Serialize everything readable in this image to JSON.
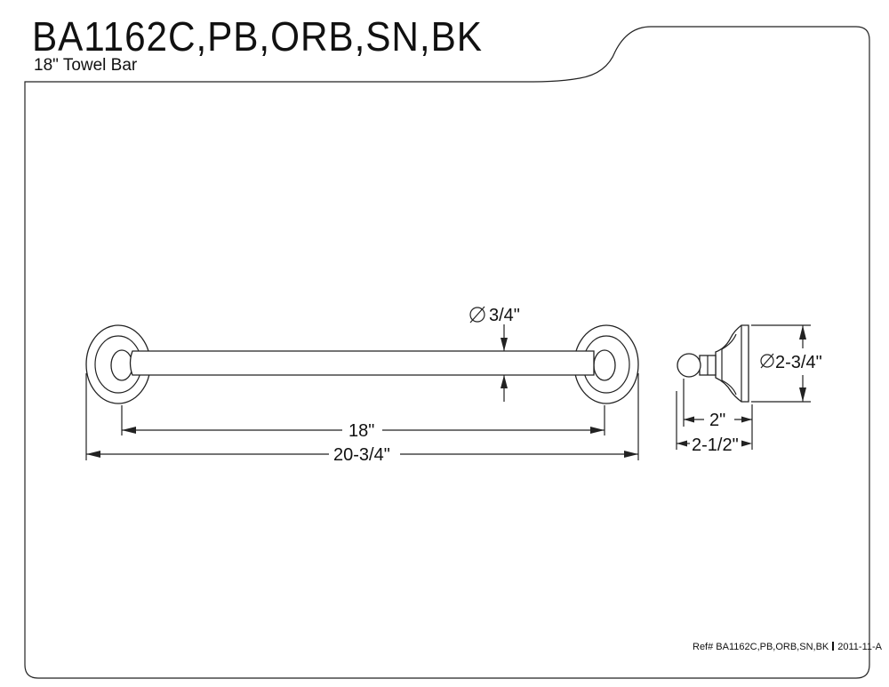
{
  "header": {
    "title": "BA1162C,PB,ORB,SN,BK",
    "subtitle": "18\" Towel Bar"
  },
  "dimensions": {
    "bar_diameter": "3/4\"",
    "bar_length": "18\"",
    "overall_length": "20-3/4\"",
    "flange_diameter": "2-3/4\"",
    "projection_inner": "2\"",
    "projection_overall": "2-1/2\""
  },
  "footer": {
    "ref": "Ref# BA1162C,PB,ORB,SN,BK",
    "revision": "2011-11-A"
  }
}
